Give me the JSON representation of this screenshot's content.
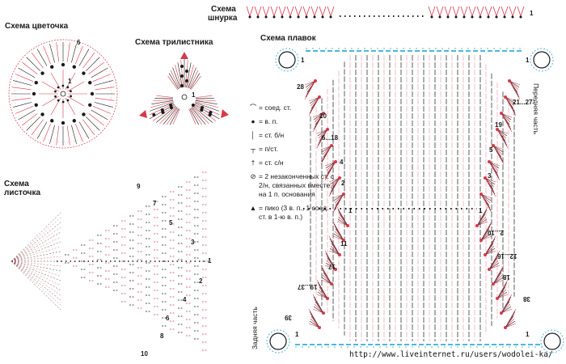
{
  "titles": {
    "flower": "Схема цветочка",
    "trefoil": "Схема трилистника",
    "leaf_line1": "Схема",
    "leaf_line2": "листочка",
    "cord_line1": "Схема",
    "cord_line2": "шнурка",
    "briefs": "Схема плавок"
  },
  "legend": [
    {
      "symbol": "arc-icon",
      "text": "= соед. ст."
    },
    {
      "symbol": "dot-icon",
      "text": "= в. п."
    },
    {
      "symbol": "sc-icon",
      "text": "= ст. б/н"
    },
    {
      "symbol": "hdc-icon",
      "text": "= п/ст."
    },
    {
      "symbol": "dc-icon",
      "text": "= ст. с/н"
    },
    {
      "symbol": "cluster-icon",
      "text": "= 2 незаконченных ст. с 2/н, связанных вместе, на 1 п. основания"
    },
    {
      "symbol": "picot-icon",
      "text": "= пико (3 в. п., 1 соед. ст. в 1-ю в. п.)"
    }
  ],
  "row_numbers": {
    "flower": [
      "1",
      "6"
    ],
    "trefoil": [
      "1"
    ],
    "cord": [
      "1"
    ],
    "leaf": [
      "9",
      "7",
      "5",
      "3",
      "1",
      "2",
      "4",
      "6",
      "8",
      "10"
    ],
    "briefs": [
      "1",
      "1",
      "28",
      "20",
      "6...18",
      "4",
      "2",
      "1",
      "1",
      "11",
      "17",
      "19...37",
      "38",
      "21...27",
      "19",
      "5",
      "3",
      "2...10",
      "12...16",
      "18",
      "39",
      "1",
      "1"
    ]
  },
  "side_labels": {
    "front": "Передняя часть",
    "back": "Задняя часть"
  },
  "watermark": "http://www.liveinternet.ru/users/wodolei-ka/",
  "colors": {
    "ink": "#1a1a1a",
    "red": "#d63a4a",
    "pink": "#e8a0ac",
    "blue": "#4fb6e0"
  }
}
